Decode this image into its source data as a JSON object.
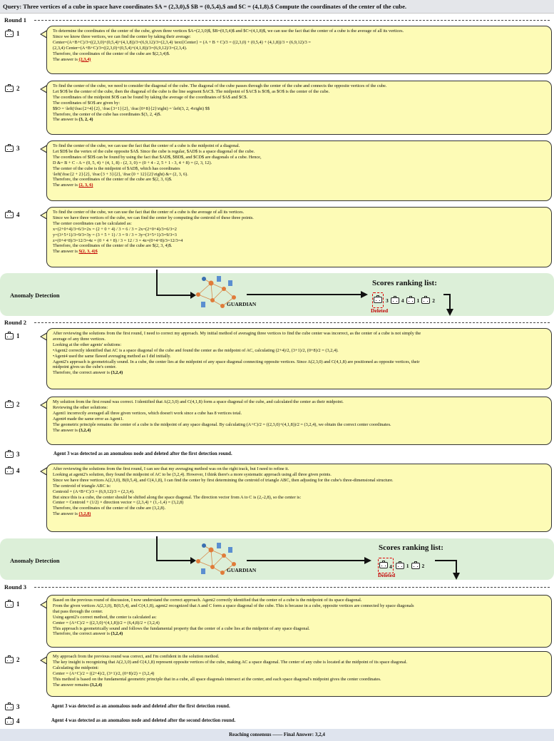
{
  "query": "Query: Three vertices of a cube in space have coordinates $A = (2,3,0),$ $B = (0,5,4),$ and $C = (4,1,8).$  Compute the coordinates of the center of the cube.",
  "rounds": [
    {
      "label": "Round 1"
    },
    {
      "label": "Round 2"
    },
    {
      "label": "Round 3"
    }
  ],
  "round1": [
    {
      "num": "1",
      "lines": [
        "To determine the coordinates of the center of the cube, given three vertices $A=(2,3,0)$, $B=(0,5,4)$ and $C=(4,1,8)$, we can use the fact that the center of a cube is the average of all its vertices.",
        "Since we know three vertices, we can find the center by taking their average:",
        "Center=(A+B+C)/3=((2,3,0)+(0,5,4)+(4,1,8))/3=(6,9,12)/3=(2,3,4) \\text{Center} = (A + B + C)/3 = ((2,3,0) + (0,5,4) + (4,1,8))/3 = (6,9,12)/3 =",
        "(2,3,4) Center=(A+B+C)/3=((2,3,0)+(0,5,4)+(4,1,8))/3=(6,9,12)/3=(2,3,4).",
        "Therefore, the coordinates of the center of the cube are $(2,3,4)$."
      ],
      "answer_prefix": "The answer is ",
      "answer": "(2,3,4)"
    },
    {
      "num": "2",
      "lines": [
        "To find the center of the cube, we need to consider the diagonal of the cube. The diagonal of the cube passes through the center of the cube and connects the opposite vertices of the cube.",
        "Let $O$ be the center of the cube, then the diagonal of the cube is the line segment $AC$. The midpoint of $AC$ is $O$, as $O$ is the center of the cube.",
        "The coordinates of the midpoint $O$ can be found by taking the average of the coordinates of $A$ and $C$.",
        "The coordinates of $O$ are given by:",
        "$$O = \\left(\\frac{2+4}{2}, \\frac{3+1}{2}, \\frac{0+8}{2}\\right) = \\left(3, 2, 4\\right) $$",
        "Therefore, the center of the cube has coordinates $(3, 2, 4)$."
      ],
      "answer_prefix": "The answer is ",
      "answer": "(3, 2, 4)"
    },
    {
      "num": "3",
      "lines": [
        "To find the center of the cube, we can use the fact that the center of a cube is the midpoint of a diagonal.",
        "Let $D$ be the vertex of the cube opposite $A$. Since the cube is regular, $AD$ is a space diagonal of the cube.",
        "The coordinates of $D$ can be found by using the fact that $AD$, $BD$, and $CD$ are diagonals of a cube. Hence,",
        "D &= B + C - A = (0, 5, 4) + (4, 1, 8) - (2, 3, 0) = (0 + 4 - 2, 5 + 1 - 3, 4 + 8) = (2, 3, 12).",
        "The center of the cube is the midpoint of $AD$, which has coordinates",
        "\\left(\\frac{2 + 2}{2}, \\frac{3 + 3}{2}, \\frac{0 + 12}{2}\\right) &= (2, 3, 6).",
        "Therefore, the coordinates of the center of the cube are $(2, 3, 6)$."
      ],
      "answer_prefix": "The answer is ",
      "answer": "(2, 3, 6)"
    },
    {
      "num": "4",
      "lines": [
        "To find the center of the cube, we can use the fact that the center of a cube is the average of all its vertices.",
        "Since we have three vertices of the cube, we can find the center by computing the centroid of these three points.",
        "The center coordinates can be calculated as:",
        "x=(2+0+4)/3=6/3=2x = (2 + 0 + 4) / 3 = 6 / 3 = 2x=(2+0+4)/3=6/3=2",
        "y=(3+5+1)/3=9/3=3y = (3 + 5 + 1) / 3 = 9 / 3 = 3y=(3+5+1)/3=9/3=3",
        "z=(0+4+8)/3=12/3=4z = (0 + 4 + 8) / 3 = 12 / 3 = 4z=(0+4+8)/3=12/3=4",
        "Therefore, the coordinates of the center of the cube are $(2, 3, 4)$."
      ],
      "answer_prefix": "The answer is ",
      "answer": "$(2, 3, 4)$"
    }
  ],
  "anomaly": {
    "label": "Anomaly Detection",
    "guardian": "GUARDIAN",
    "scores_title": "Scores ranking list:",
    "deleted": "Deleted",
    "rank1": [
      "3",
      "4",
      "1",
      "2"
    ],
    "rank2": [
      "4",
      "1",
      "2"
    ]
  },
  "round2": {
    "a1": {
      "lines": [
        "After reviewing the solutions from the first round, I need to correct my approach. My initial method of averaging three vertices to find the cube center was incorrect, as the center of a cube is not simply the",
        "average of any three vertices.",
        "Looking at the other agents' solutions:",
        "•Agent2 correctly identified that AC is a space diagonal of the cube and found the center as the midpoint of AC, calculating (2+4)/2, (3+1)/2, (0+8)/2 = (3,2,4).",
        "•Agent4 used the same flawed averaging method as I did initially.",
        "Agent2's approach is geometrically sound. In a cube, the center lies at the midpoint of any space diagonal connecting opposite vertices. Since A(2,3,0) and C(4,1,8) are positioned as opposite vertices, their",
        "midpoint gives us the cube's center."
      ],
      "answer_prefix": "Therefore, the correct answer is ",
      "answer": "(3,2,4)"
    },
    "a2": {
      "lines": [
        "My solution from the first round was correct. I identified that A(2,3,0) and C(4,1,8) form a space diagonal of the cube, and calculated the center as their midpoint.",
        "Reviewing the other solutions:",
        "Agent1 incorrectly averaged all three given vertices, which doesn't work since a cube has 8 vertices total.",
        "Agent4 made the same error as Agent1.",
        "The geometric principle remains: the center of a cube is the midpoint of any space diagonal. By calculating (A+C)/2 = ((2,3,0)+(4,1,8))/2 = (3,2,4), we obtain the correct center coordinates."
      ],
      "answer_prefix": "The answer is ",
      "answer": "(3,2,4)"
    },
    "a3": "Agent 3 was detected as an anomalous node and deleted after the first detection round.",
    "a4": {
      "lines": [
        "After reviewing the solutions from the first round, I can see that my averaging method was on the right track, but I need to refine it.",
        "Looking at agent2's solution, they found the midpoint of AC to be (3,2,4). However, I think there's a more systematic approach using all three given points.",
        "Since we have three vertices A(2,3,0), B(0,5,4), and C(4,1,8), I can find the center by first determining the centroid of triangle ABC, then adjusting for the cube's three-dimensional structure.",
        "The centroid of triangle ABC is:",
        "Centroid = (A+B+C)/3 = (6,9,12)/3 = (2,3,4).",
        "But since this is a cube, the center should be shifted along the space diagonal. The direction vector from A to C is (2,-2,8), so the center is:",
        "Center = Centroid + (1/2) × direction vector = (2,3,4) + (1,-1,4) = (3,2,8)",
        "Therefore, the coordinates of the center of the cube are (3,2,8)."
      ],
      "answer_prefix": "The answer is ",
      "answer": "(3,2,8)"
    }
  },
  "round3": {
    "a1": {
      "lines": [
        "Based on the previous round of discussion, I now understand the correct approach. Agent2 correctly identified that the center of a cube is the midpoint of its space diagonal.",
        "From the given vertices A(2,3,0), B(0,5,4), and C(4,1,8), agent2 recognized that A and C form a space diagonal of the cube. This is because in a cube, opposite vertices are connected by space diagonals",
        "that pass through the center.",
        "Using agent2's correct method, the center is calculated as:",
        "Center = (A+C)/2 = ((2,3,0)+(4,1,8))/2 = (6,4,8)/2 = (3,2,4)",
        "This approach is geometrically sound and follows the fundamental property that the center of a cube lies at the midpoint of any space diagonal."
      ],
      "answer_prefix": "Therefore, the correct answer is ",
      "answer": "(3,2,4)"
    },
    "a2": {
      "lines": [
        "My approach from the previous round was correct, and I'm confident in the solution method.",
        "The key insight is recognizing that A(2,3,0) and C(4,1,8) represent opposite vertices of the cube, making AC a space diagonal. The center of any cube is located at the midpoint of its space diagonal.",
        "Calculating the midpoint:",
        "Center = (A+C)/2 = ((2+4)/2, (3+1)/2, (0+8)/2) = (3,2,4)",
        "This method is based on the fundamental geometric principle that in a cube, all space diagonals intersect at the center, and each space diagonal's midpoint gives the center coordinates."
      ],
      "answer_prefix": "The answer remains ",
      "answer": "(3,2,4)"
    },
    "a3": "Agent 3 was detected as an anomalous node and deleted after the first detection round.",
    "a4": "Agent 4 was detected as an anomalous node and deleted after the second detection round."
  },
  "footer": "Reaching consensus —— Final Answer: 3,2,4"
}
